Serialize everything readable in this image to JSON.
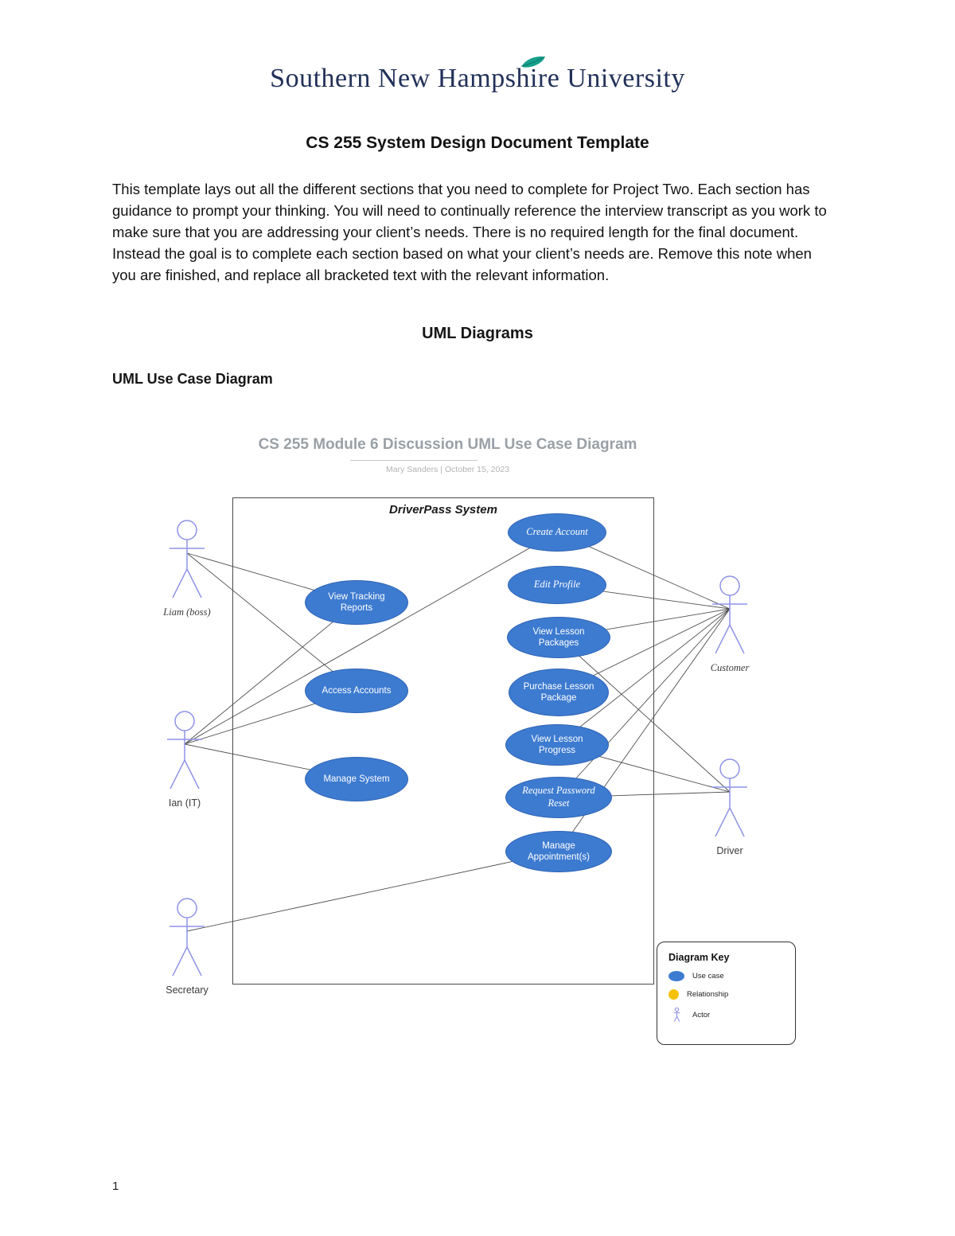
{
  "page": {
    "number": "1"
  },
  "logo": {
    "text": "Southern New Hampshire University"
  },
  "document": {
    "title": "CS 255 System Design Document Template",
    "intro": "This template lays out all the different sections that you need to complete for Project Two. Each section has guidance to prompt your thinking. You will need to continually reference the interview transcript as you work to make sure that you are addressing your client’s needs. There is no required length for the final document. Instead the goal is to complete each section based on what your client’s needs are. Remove this note when you are finished, and replace all bracketed text with the relevant information.",
    "section_heading": "UML Diagrams",
    "subsection_heading": "UML Use Case Diagram"
  },
  "diagram": {
    "title": "CS 255 Module 6 Discussion UML Use Case Diagram",
    "subtitle": "Mary Sanders  |  October 15, 2023",
    "system_label": "DriverPass System",
    "actors": [
      {
        "id": "liam",
        "label": "Liam (boss)"
      },
      {
        "id": "ian",
        "label": "Ian (IT)"
      },
      {
        "id": "secretary",
        "label": "Secretary"
      },
      {
        "id": "customer",
        "label": "Customer"
      },
      {
        "id": "driver",
        "label": "Driver"
      }
    ],
    "use_cases": [
      {
        "id": "view-tracking",
        "label": "View Tracking Reports"
      },
      {
        "id": "access-accounts",
        "label": "Access Accounts"
      },
      {
        "id": "manage-system",
        "label": "Manage System"
      },
      {
        "id": "create-account",
        "label": "Create Account"
      },
      {
        "id": "edit-profile",
        "label": "Edit Profile"
      },
      {
        "id": "view-lesson-packages",
        "label": "View Lesson Packages"
      },
      {
        "id": "purchase-lesson-package",
        "label": "Purchase Lesson Package"
      },
      {
        "id": "view-lesson-progress",
        "label": "View Lesson Progress"
      },
      {
        "id": "request-password-reset",
        "label": "Request Password Reset"
      },
      {
        "id": "manage-appointments",
        "label": "Manage Appointment(s)"
      }
    ],
    "edges": [
      [
        "liam",
        "view-tracking"
      ],
      [
        "liam",
        "access-accounts"
      ],
      [
        "ian",
        "view-tracking"
      ],
      [
        "ian",
        "access-accounts"
      ],
      [
        "ian",
        "manage-system"
      ],
      [
        "ian",
        "create-account"
      ],
      [
        "secretary",
        "manage-appointments"
      ],
      [
        "customer",
        "create-account"
      ],
      [
        "customer",
        "edit-profile"
      ],
      [
        "customer",
        "view-lesson-packages"
      ],
      [
        "customer",
        "purchase-lesson-package"
      ],
      [
        "customer",
        "view-lesson-progress"
      ],
      [
        "customer",
        "request-password-reset"
      ],
      [
        "customer",
        "manage-appointments"
      ],
      [
        "driver",
        "view-lesson-packages"
      ],
      [
        "driver",
        "view-lesson-progress"
      ],
      [
        "driver",
        "request-password-reset"
      ]
    ],
    "key": {
      "title": "Diagram Key",
      "items": [
        {
          "label": "Use case",
          "symbol": "blue-ellipse"
        },
        {
          "label": "Relationship",
          "symbol": "yellow-circle"
        },
        {
          "label": "Actor",
          "symbol": "stick-figure"
        }
      ]
    },
    "colors": {
      "use_case_fill": "#3d7bd0",
      "relationship_key": "#f4c20d",
      "actor_stroke": "#8f93e6",
      "edge": "#4f4f4f"
    }
  }
}
